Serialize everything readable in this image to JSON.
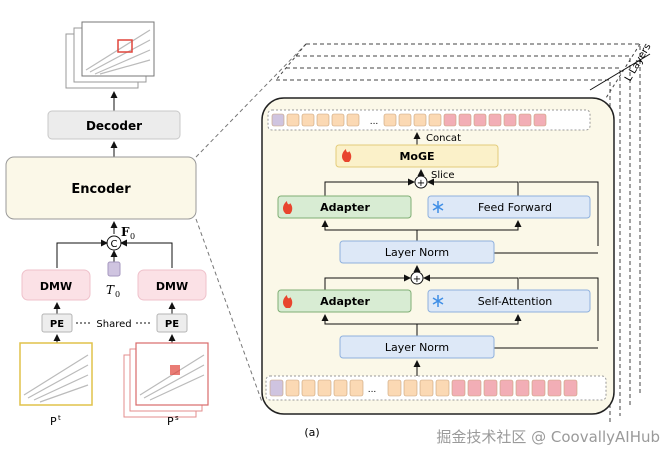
{
  "left": {
    "decoder_label": "Decoder",
    "encoder_label": "Encoder",
    "feature_label": "F",
    "feature_sub": "0",
    "concat_symbol": "C",
    "token_label": "T",
    "token_sub": "0",
    "dmw_left": "DMW",
    "dmw_right": "DMW",
    "pe_left": "PE",
    "pe_right": "PE",
    "shared_label": "Shared",
    "pt_label": "P",
    "pt_sup": "t",
    "ps_label": "P",
    "ps_sup": "s"
  },
  "right": {
    "layers_label": "L Layers",
    "concat_label": "Concat",
    "moge_label": "MoGE",
    "slice_label": "Slice",
    "adapter_top": "Adapter",
    "feed_forward": "Feed Forward",
    "layer_norm_top": "Layer Norm",
    "adapter_bottom": "Adapter",
    "self_attention": "Self-Attention",
    "layer_norm_bottom": "Layer Norm",
    "plus_symbol": "+",
    "ellipsis": "...",
    "caption": "(a)"
  },
  "watermark": "掘金技术社区 @ CoovallyAIHub",
  "colors": {
    "module_bg": "#fbf8e8",
    "module_border": "#222222",
    "green_box": "#d8ecd3",
    "green_border": "#7fae74",
    "blue_box": "#dde8f7",
    "blue_border": "#8fb1de",
    "yellow_box": "#fbf1c9",
    "yellow_border": "#e3cc7a",
    "pink_box": "#fbe1e6",
    "pink_border": "#e7a4b2",
    "gray_box": "#ededed",
    "gray_border": "#b5b5b5",
    "purple_token": "#cfc4e0",
    "orange_token": "#fbd9b4",
    "red_token": "#f2aeb6",
    "flame": "#e8452e",
    "snow": "#3f8ee6"
  }
}
